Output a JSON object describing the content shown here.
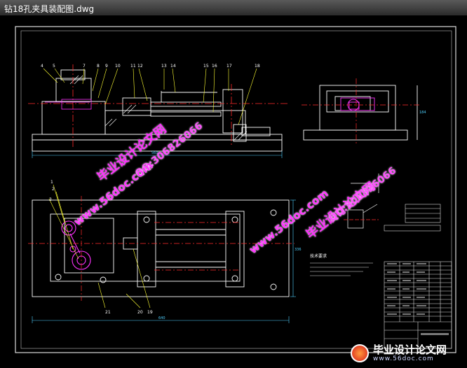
{
  "window": {
    "title": "钻18孔夹具装配图.dwg"
  },
  "drawing": {
    "balloons_top": [
      "4",
      "5",
      "7",
      "8",
      "9",
      "10",
      "11",
      "12",
      "13",
      "14",
      "15",
      "16",
      "17",
      "18"
    ],
    "balloons_bottom": [
      "19",
      "20",
      "21",
      "3",
      "2",
      "1"
    ],
    "notes_heading": "技术要求",
    "dims": {
      "top_width": "560",
      "side_height": "184",
      "plan_height": "336",
      "plan_width": "640"
    }
  },
  "watermarks": {
    "site": "www.56doc.com",
    "qq": "QQ:306826066",
    "cn": "毕业设计论文网"
  },
  "logo": {
    "text": "毕业设计论文网",
    "url": "www.56doc.com"
  }
}
